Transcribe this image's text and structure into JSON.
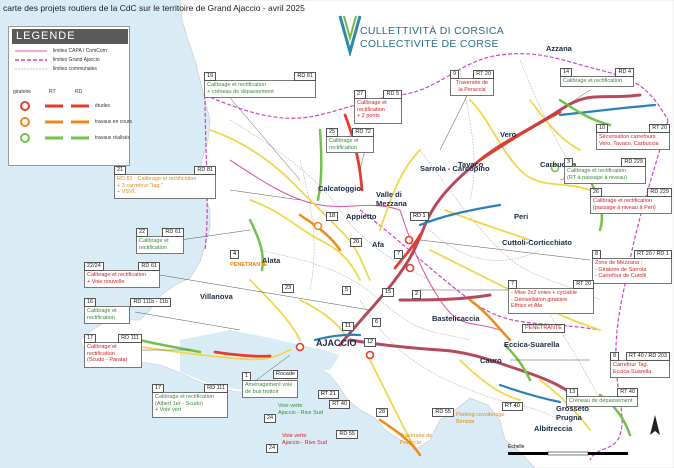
{
  "title": "carte des projets routiers de la CdC sur le territoire de Grand Ajaccio - avril 2025",
  "logo": {
    "line1": "CULLETTIVITÀ DI CORSICA",
    "line2": "COLLECTIVITÉ DE CORSE"
  },
  "colors": {
    "sea": "#d9ecf5",
    "land": "#ffffff",
    "capa": "#e05aa6",
    "grand_ajaccio": "#cc44cc",
    "communal": "#b5b5b5",
    "etudes": "#e83b2a",
    "en_cours": "#f08a1a",
    "realises": "#72c24b",
    "rt": "#b74a5a",
    "rd": "#f2d64a",
    "road_blue": "#2c7fb8"
  },
  "legend": {
    "title": "LEGENDE",
    "limits": [
      "limites CAPA / ComCom",
      "limites Grand Ajaccio",
      "limites communales"
    ],
    "col_giratoire": "giratoire",
    "col_rt": "RT",
    "col_rd": "RD",
    "statuses": [
      "études",
      "travaux en cours",
      "travaux réalisés"
    ]
  },
  "projects": [
    {
      "id": "19",
      "road": "RD 81",
      "lines": [
        "Calibrage et rectification",
        "+ créneau de dépassement"
      ],
      "status": "realises"
    },
    {
      "id": "27",
      "road": "RD 5",
      "lines": [
        "Calibrage et",
        "rectification",
        "+ 2 ponts"
      ],
      "status": "etudes"
    },
    {
      "id": "9",
      "road": "RT 20",
      "lines": [
        "Traversée de",
        "la Peraccia"
      ],
      "status": "etudes"
    },
    {
      "id": "14",
      "road": "RD 4",
      "lines": [
        "Calibrage et rectification"
      ],
      "status": "realises"
    },
    {
      "id": "25",
      "road": "RD 72",
      "lines": [
        "Calibrage et",
        "rectification"
      ],
      "status": "realises"
    },
    {
      "id": "10",
      "road": "RT 20",
      "lines": [
        "Sécurisation carrefours",
        "Vero, Tavaco, Carbuccia"
      ],
      "status": "etudes"
    },
    {
      "id": "21",
      "road": "RD 81",
      "lines": [
        "RD 81 - Calibrage et rectification",
        "+ 3 carrefour \"tag.\"",
        "+ VSVL"
      ],
      "status": "en_cours"
    },
    {
      "id": "3",
      "road": "RD 229",
      "lines": [
        "Calibrage et rectification",
        "(RT à passage à niveau)"
      ],
      "status": "realises"
    },
    {
      "id": "26",
      "road": "RD 229",
      "lines": [
        "Calibrage et rectification",
        "(passage à niveau à Peri)"
      ],
      "status": "etudes"
    },
    {
      "id": "22",
      "road": "RD 61",
      "lines": [
        "Calibrage et",
        "rectification"
      ],
      "status": "realises"
    },
    {
      "id": "8",
      "road": "RT 20 / RD 1",
      "lines": [
        "Zone de Mezzana :",
        "- Giratoire de Sarrola",
        "- Carrefour de Cutolli"
      ],
      "status": "etudes"
    },
    {
      "id": "22/24",
      "road": "RD 61",
      "lines": [
        "Calibrage et rectification",
        "+ Voie nouvelle"
      ],
      "status": "etudes"
    },
    {
      "id": "7",
      "road": "RT 20",
      "lines": [
        "- Mise 2x2 voies + cyclable",
        "- Dénivellation giratoire",
        "Effrico et Afa"
      ],
      "status": "etudes"
    },
    {
      "id": "16",
      "road": "RD 111b - 11b",
      "lines": [
        "Calibrage et",
        "rectification"
      ],
      "status": "realises"
    },
    {
      "id": "17",
      "road": "RD 111",
      "lines": [
        "Calibrage et",
        "rectification",
        "(Scudo - Parata)"
      ],
      "status": "etudes"
    },
    {
      "id": "8",
      "road": "RT 40 / RD 203",
      "lines": [
        "Carrefour Tag.",
        "Eccica-Suarella"
      ],
      "status": "etudes"
    },
    {
      "id": "17",
      "road": "RD 111",
      "lines": [
        "Calibrage et rectification",
        "(Albert 1er - Scudo)",
        "+ Voie vert"
      ],
      "status": "realises"
    },
    {
      "id": "1",
      "road": "",
      "lines": [
        "Aménagement voie",
        "de bus trottoir"
      ],
      "status": "realises",
      "tag": "Rocade"
    },
    {
      "id": "13",
      "road": "RT 40",
      "lines": [
        "Créneau de dépassement"
      ],
      "status": "realises"
    },
    {
      "id": "24",
      "road": "RT 40",
      "lines": [
        "Voie verte",
        "Ajaccio - Rive Sud"
      ],
      "status": "realises"
    },
    {
      "id": "24",
      "road": "RD 55",
      "lines": [
        "Voie verte",
        "Ajaccio - Rive Sud"
      ],
      "status": "etudes"
    },
    {
      "id": "28",
      "road": "RD 55",
      "lines": [
        "Traversée de",
        "Porticcio"
      ],
      "status": "en_cours"
    }
  ],
  "misc_labels": {
    "penetrante_1": "PENETRANTE",
    "penetrante_2": "PENETRANTE",
    "rd1_box": "RD 1",
    "rt21_box": "RT 21",
    "parking": [
      "Parking covoiturage",
      "Bénista"
    ],
    "rt40_tag": "RT 40",
    "num_18": "18",
    "num_20": "20",
    "num_4": "4",
    "num_23": "23",
    "num_5": "5",
    "num_6": "6",
    "num_12": "12",
    "num_11": "11",
    "num_15": "15",
    "num_2": "2",
    "num_7b": "7"
  },
  "towns": [
    "Azzana",
    "Vero",
    "Tavaco",
    "Carbuccia",
    "Sarrola - Carcopino",
    "Calcatoggio",
    "Valle di Mezzana",
    "Appietto",
    "Afa",
    "Peri",
    "Cuttoli-Corticchiato",
    "Alata",
    "Villanova",
    "Bastelicaccia",
    "AJACCIO",
    "Eccica-Suarella",
    "Cauro",
    "Grosseto Prugna",
    "Albitreccia"
  ],
  "scale_text": "Echelle"
}
